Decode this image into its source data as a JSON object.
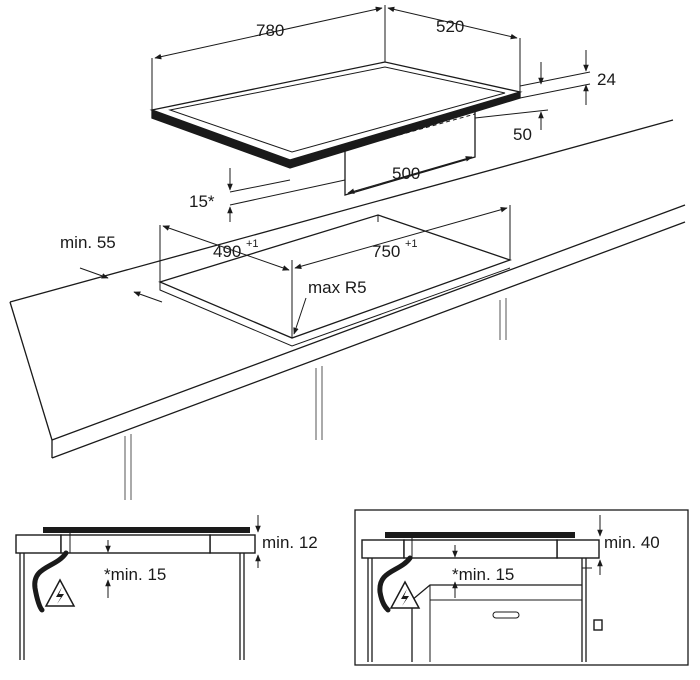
{
  "top_view": {
    "hob_width": "780",
    "hob_depth": "520",
    "hob_height": "24",
    "hob_edge_offset": "50",
    "hob_inner_width": "500",
    "front_gap": "15*",
    "min_rear_gap": "min. 55",
    "cutout_depth": "490",
    "cutout_depth_tol": "+1",
    "cutout_width": "750",
    "cutout_width_tol": "+1",
    "corner_radius": "max R5"
  },
  "detail_left": {
    "min_above": "min. 12",
    "min_below": "*min. 15",
    "warning_icon": "electrical-hazard-icon"
  },
  "detail_right": {
    "min_above": "min. 40",
    "min_below": "*min. 15",
    "warning_icon": "electrical-hazard-icon"
  }
}
